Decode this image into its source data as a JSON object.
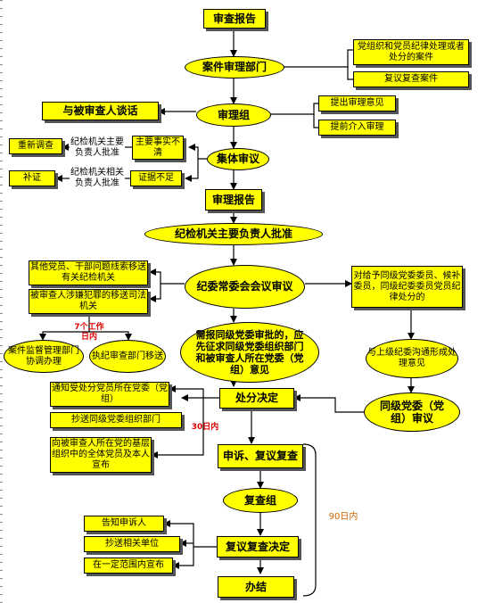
{
  "nodes": {
    "review_report_top": "审查报告",
    "case_dept": "案件审理部门",
    "party_case": "党组织和党员纪律处理或者处分的案件",
    "reexamine_case": "复议复查案件",
    "talk_investigated": "与被审查人谈话",
    "trial_group": "审理组",
    "raise_opinion": "提出审理意见",
    "early_intervene": "提前介入审理",
    "major_facts_unclear": "主要事实不清",
    "redo_investigation": "重新调查",
    "leader_in_charge_1": "纪检机关主要负责人批准",
    "collective_review": "集体审议",
    "evidence_insufficient": "证据不足",
    "supplement_evidence": "补证",
    "leader_in_charge_2": "纪检机关相关负责人批准",
    "trial_report": "审理报告",
    "leader_approve": "纪检机关主要负责人批准",
    "other_clues": "其他党员、干部问题线索移送有关纪检机关",
    "crime_transfer": "被审查人涉嫌犯罪的移送司法机关",
    "case_supervision": "案件监督管理部门协调办理",
    "enforcement_dept": "执纪审查部门移送",
    "standing_committee": "纪委常委会会议审议",
    "same_level_members": "对给予同级党委委员、候补委员，同级纪委委员党员纪律处分的",
    "seek_opinion": "需报同级党委审批的，应先征求同级党委组织部门和被审查人所在党委（党组）意见",
    "communicate": "与上级纪委沟通形成处理意见",
    "notify_party": "通知受处分党员所在党委（党组）",
    "copy_org_dept": "抄送同级党委组织部门",
    "announce_grassroots": "向被审查人所在党的基层组织中的全体党员及本人宣布",
    "punishment_decision": "处分决定",
    "same_level_committee": "同级党委（党组）审议",
    "appeal_review": "申诉、复议复查",
    "review_group": "复查组",
    "inform_appellant": "告知申诉人",
    "copy_units": "抄送相关单位",
    "announce_scope": "在一定范围内宣布",
    "reexam_decision": "复议复查决定",
    "conclude": "办结"
  },
  "labels": {
    "seven_days": "7个工作日内",
    "thirty_days": "30日内",
    "ninety_days": "90日内"
  },
  "colors": {
    "box_fill": "#ffff00",
    "line": "#000000",
    "red_text": "#e00000",
    "orange_text": "#cc6600"
  }
}
